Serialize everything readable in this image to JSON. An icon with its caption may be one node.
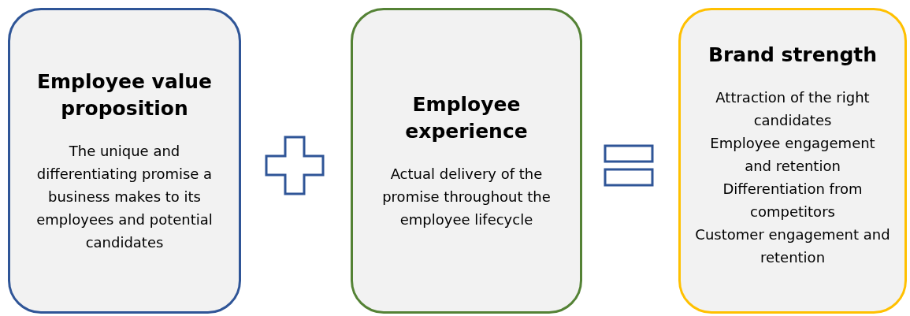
{
  "diagram": {
    "nodes": [
      {
        "text": [
          "Employee value proposition",
          "The unique and differentiating promise a business makes to its employees and potential candidates"
        ]
      },
      {
        "text": [
          "Employee experience",
          "Actual delivery of the promise throughout the employee lifecycle"
        ]
      },
      {
        "text": [
          "Brand strength",
          "Attraction of the right candidates",
          "Employee engagement and retention",
          "Differentiation from competitors",
          "Customer engagement and retention"
        ]
      }
    ]
  }
}
